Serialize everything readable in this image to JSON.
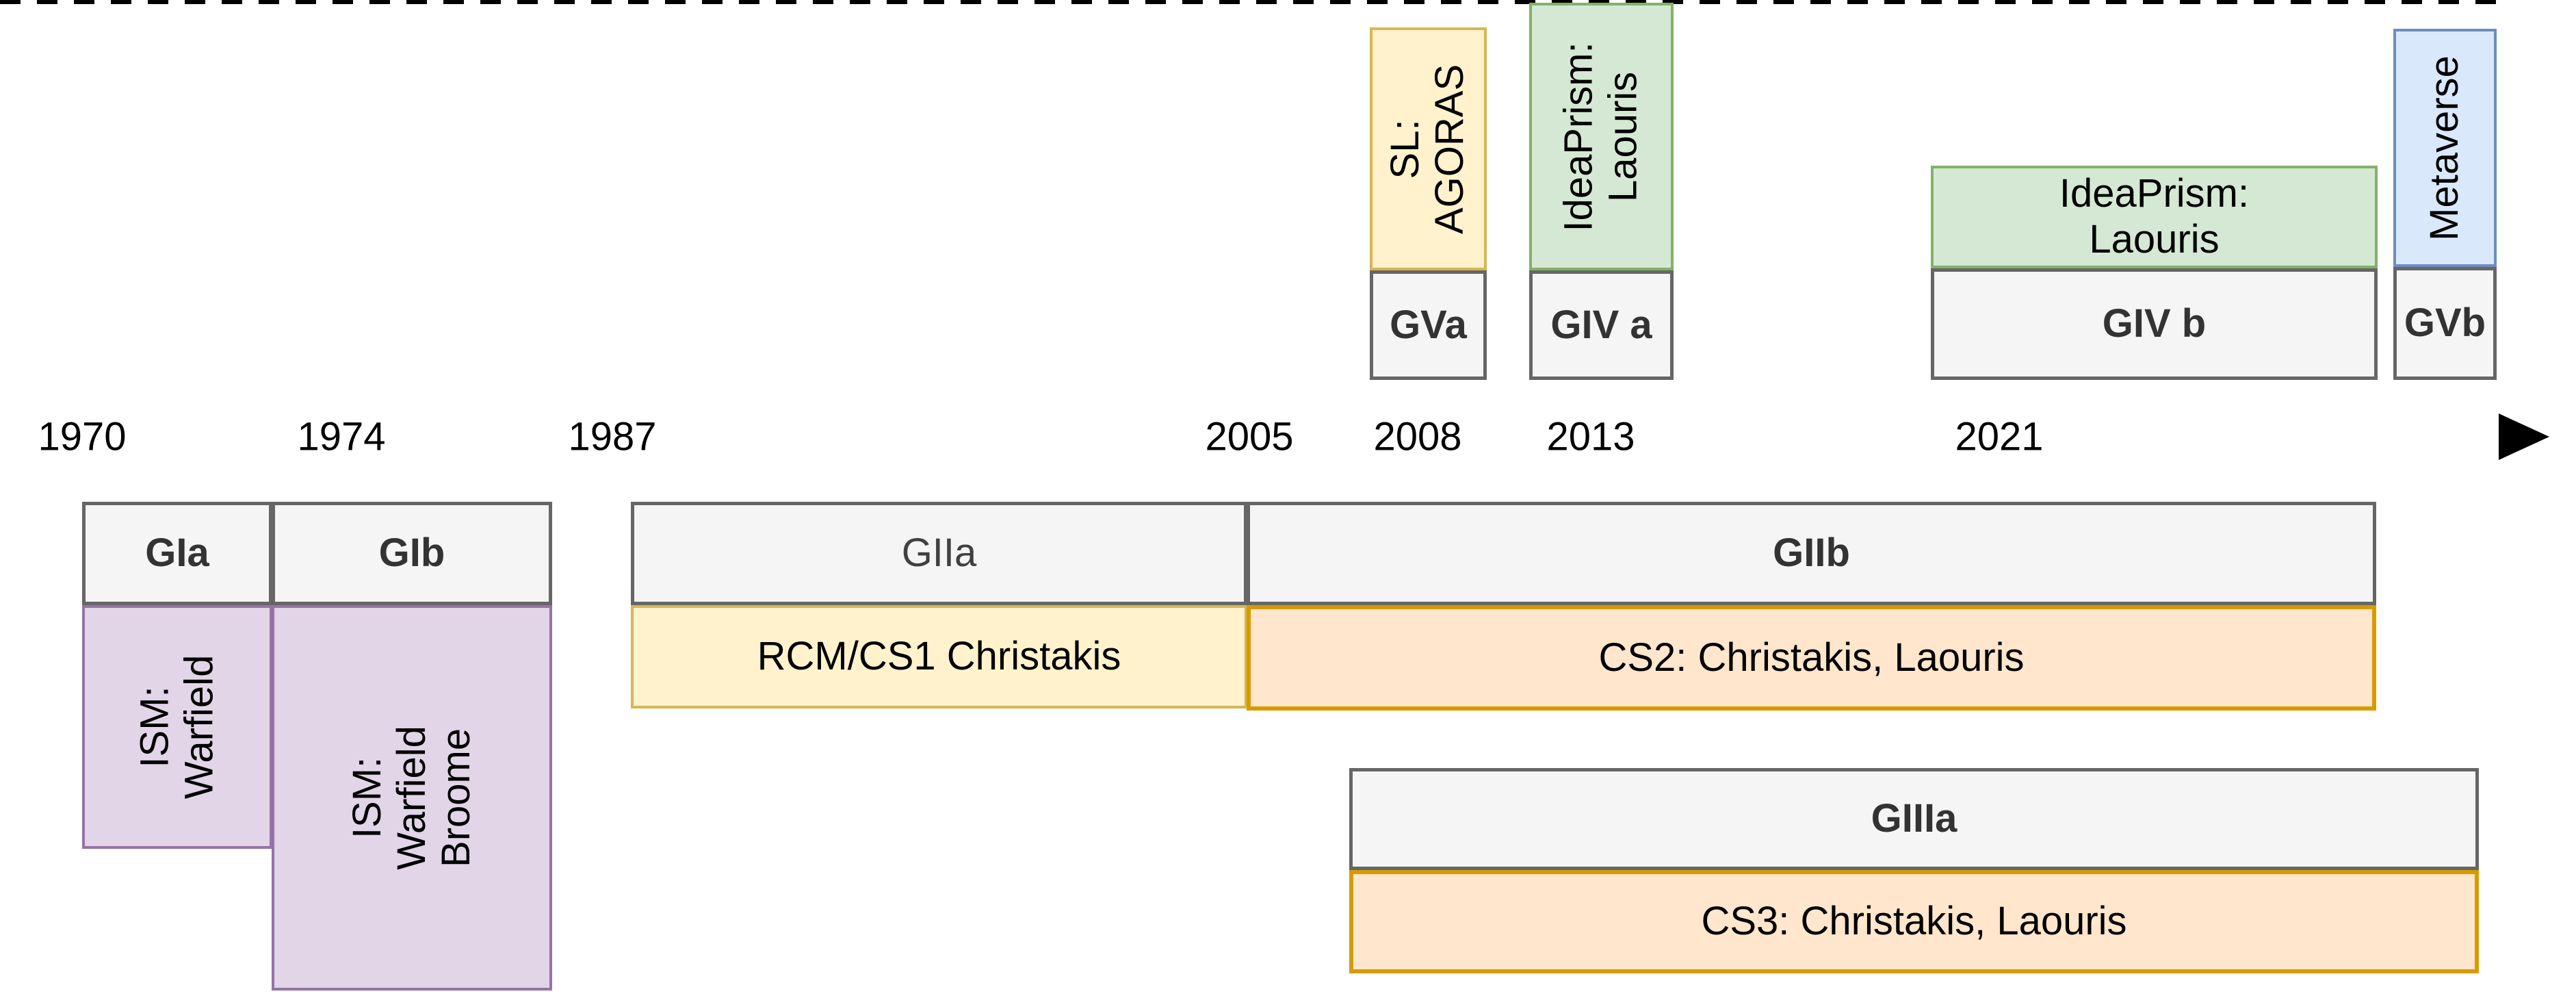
{
  "timeline": {
    "years": [
      "1970",
      "1974",
      "1987",
      "2005",
      "2008",
      "2013",
      "2021"
    ]
  },
  "top": {
    "gva": {
      "tool": "SL:\nAGORAS",
      "header": "GVa"
    },
    "giva": {
      "tool": "IdeaPrism:\nLaouris",
      "header": "GIV a"
    },
    "givb": {
      "tool": "IdeaPrism:\nLaouris",
      "header": "GIV b"
    },
    "gvb": {
      "tool": "Metaverse",
      "header": "GVb"
    }
  },
  "bottom": {
    "gia": {
      "header": "GIa",
      "method": "ISM:\nWarfield"
    },
    "gib": {
      "header": "GIb",
      "method": "ISM:\nWarfield\nBroome"
    },
    "giia": {
      "header": "GIIa",
      "method": "RCM/CS1 Christakis"
    },
    "giib": {
      "header": "GIIb",
      "method": "CS2: Christakis, Laouris"
    },
    "giiia": {
      "header": "GIIIa",
      "method": "CS3: Christakis, Laouris"
    }
  },
  "colors": {
    "yellow_fill": "#FFF2CC",
    "yellow_border": "#D6B656",
    "orange_fill": "#FFE6CC",
    "orange_border": "#D79B00",
    "green_fill": "#D5E8D4",
    "green_border": "#82B366",
    "blue_fill": "#DAE8FC",
    "blue_border": "#6C8EBF",
    "purple_fill": "#E1D5E7",
    "purple_border": "#9673A6",
    "header_fill": "#F5F5F5",
    "header_border": "#666666",
    "header_text": "#333333",
    "axis": "#000000"
  }
}
